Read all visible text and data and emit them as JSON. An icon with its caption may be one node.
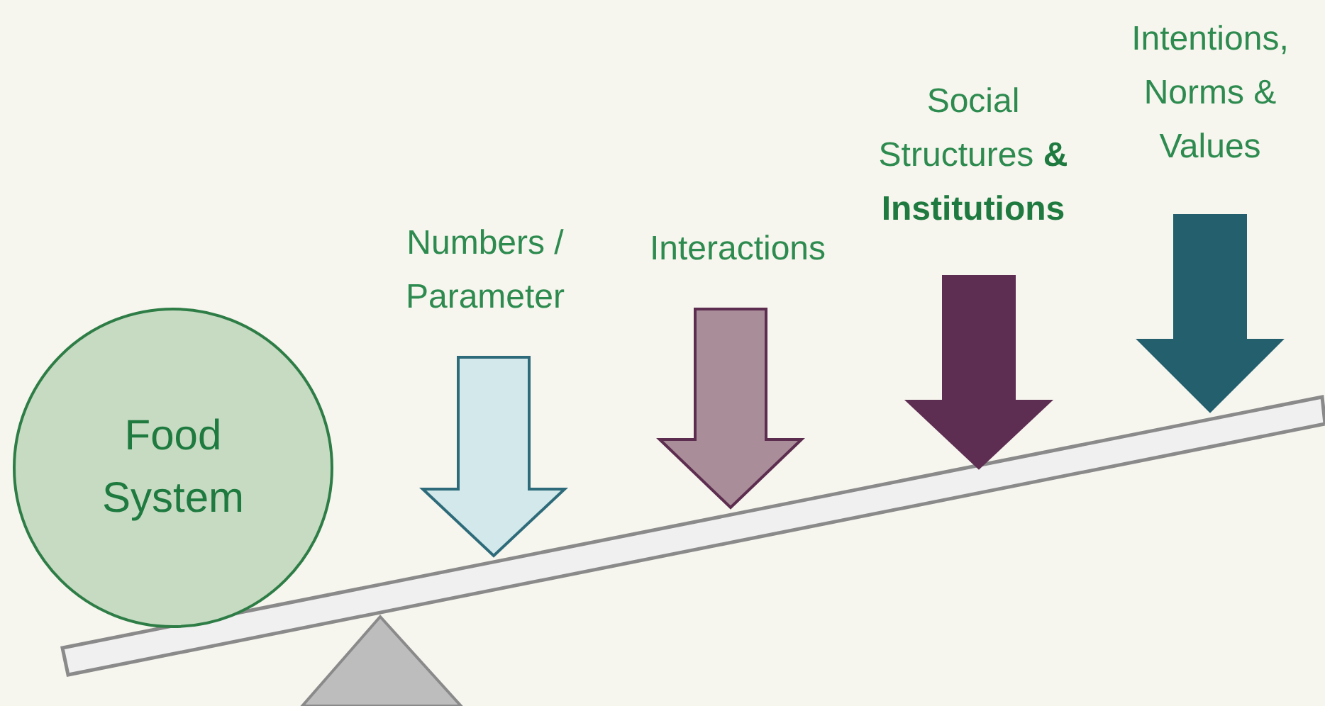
{
  "diagram": {
    "nodes": [
      {
        "text": [
          "Food System"
        ]
      }
    ],
    "labels": [
      "Numbers / Parameter",
      "Interactions",
      "Social Structures **& Institutions**",
      "Intentions, Norms & Values"
    ]
  }
}
